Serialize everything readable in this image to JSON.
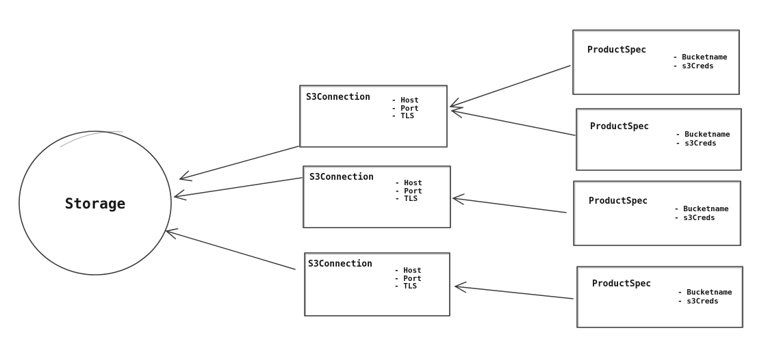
{
  "diagram": {
    "background": "#ffffff",
    "stroke_color": "#3b3b3b",
    "text_color": "#161616",
    "storage": {
      "label": "Storage"
    },
    "s3_connections": [
      {
        "title": "S3Connection",
        "attrs": [
          "- Host",
          "- Port",
          "- TLS"
        ]
      },
      {
        "title": "S3Connection",
        "attrs": [
          "- Host",
          "- Port",
          "- TLS"
        ]
      },
      {
        "title": "S3Connection",
        "attrs": [
          "- Host",
          "- Port",
          "- TLS"
        ]
      }
    ],
    "product_specs": [
      {
        "title": "ProductSpec",
        "attrs": [
          "- Bucketname",
          "- s3Creds"
        ]
      },
      {
        "title": "ProductSpec",
        "attrs": [
          "- Bucketname",
          "- s3Creds"
        ]
      },
      {
        "title": "ProductSpec",
        "attrs": [
          "- Bucketname",
          "- s3Creds"
        ]
      },
      {
        "title": "ProductSpec",
        "attrs": [
          "- Bucketname",
          "- s3Creds"
        ]
      }
    ]
  }
}
